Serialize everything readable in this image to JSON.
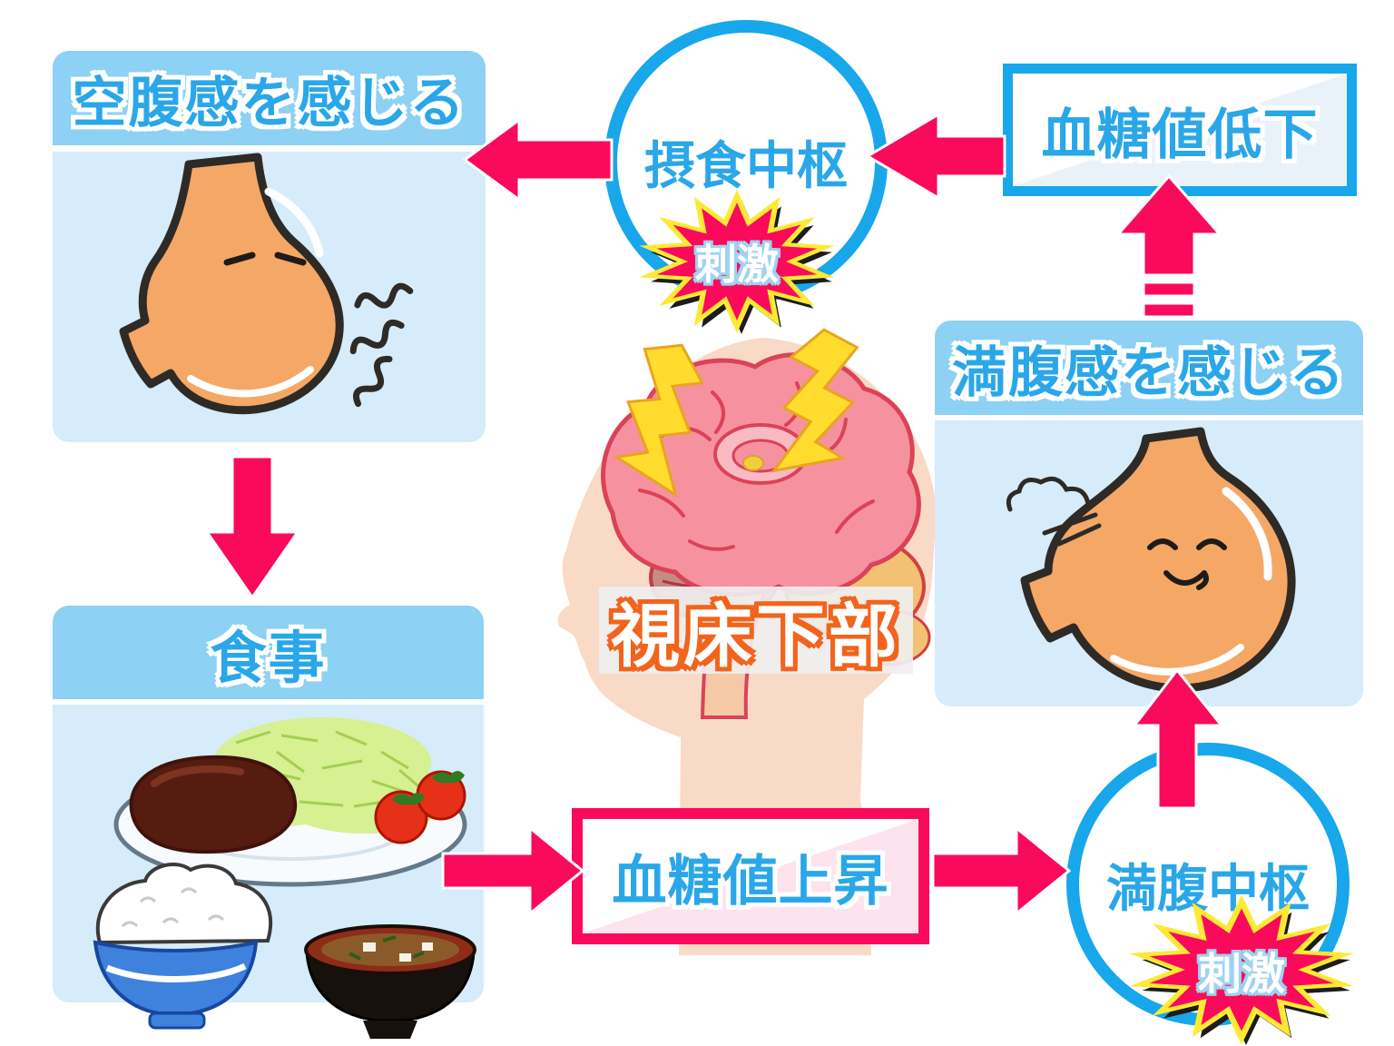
{
  "panels": {
    "hunger": {
      "label": "空腹感を感じる"
    },
    "meal": {
      "label": "食事"
    },
    "satiety": {
      "label": "満腹感を感じる"
    }
  },
  "centers": {
    "feeding": {
      "label": "摂食中枢",
      "stimulus": "刺激"
    },
    "satiety": {
      "label": "満腹中枢",
      "stimulus": "刺激"
    }
  },
  "states": {
    "glucose_down": {
      "label": "血糖値低下"
    },
    "glucose_up": {
      "label": "血糖値上昇"
    }
  },
  "hypothalamus": {
    "label": "視床下部"
  },
  "colors": {
    "accent_pink": "#FA0A5A",
    "accent_blue": "#17A7EA",
    "text_blue": "#2AA7E9",
    "header_band_blue": "#8DD1F4",
    "panel_body_blue": "#D6ECFA",
    "starburst_yellow": "#FFE935",
    "hypothalamus_label_orange": "#F2641C",
    "stomach_orange": "#F5A766",
    "skin_peach": "#F9DAC6"
  },
  "arrows": [
    {
      "from": "feeding_center",
      "to": "hunger_panel",
      "direction": "left",
      "style": "solid"
    },
    {
      "from": "glucose_down",
      "to": "feeding_center",
      "direction": "left",
      "style": "solid"
    },
    {
      "from": "hunger_panel",
      "to": "meal_panel",
      "direction": "down",
      "style": "solid"
    },
    {
      "from": "meal_panel",
      "to": "glucose_up",
      "direction": "right",
      "style": "solid"
    },
    {
      "from": "glucose_up",
      "to": "satiety_center",
      "direction": "right",
      "style": "solid"
    },
    {
      "from": "satiety_center",
      "to": "satiety_panel",
      "direction": "up",
      "style": "solid"
    },
    {
      "from": "satiety_panel",
      "to": "glucose_down",
      "direction": "up",
      "style": "dashed-tail"
    }
  ],
  "illustrations": {
    "hungry_stomach": "growling stomach with closed eyes",
    "happy_stomach": "satisfied full stomach exhaling",
    "meal_set": "plate with hamburg steak, shredded cabbage, tomatoes, rice bowl, miso soup",
    "head_brain": "human head profile with brain and lightning bolts"
  }
}
